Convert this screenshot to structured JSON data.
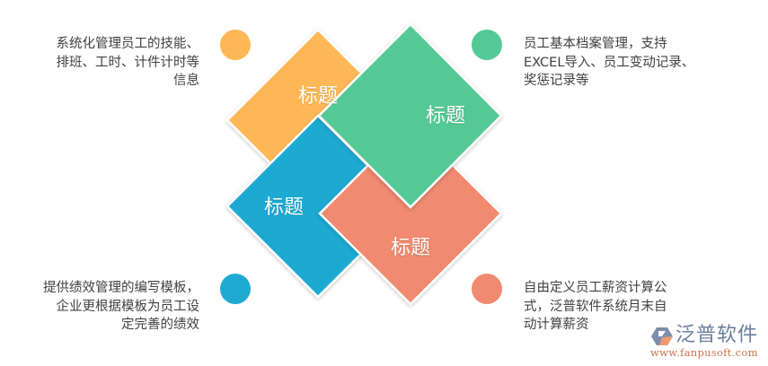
{
  "colors": {
    "orange": "#FDB756",
    "green": "#55C995",
    "blue": "#1FAAD2",
    "red": "#F08A71",
    "text": "#404040",
    "logo_name": "#6B7E9E",
    "logo_url": "#C9744A"
  },
  "tiles": [
    {
      "id": "top-left",
      "label": "标题",
      "color": "#FDB756"
    },
    {
      "id": "top-right",
      "label": "标题",
      "color": "#55C995"
    },
    {
      "id": "bottom-left",
      "label": "标题",
      "color": "#1FAAD2"
    },
    {
      "id": "bottom-right",
      "label": "标题",
      "color": "#F08A71"
    }
  ],
  "descriptions": {
    "top_left": "系统化管理员工的技能、\n排班、工时、计件计时等\n信息",
    "top_right": "员工基本档案管理，支持\nEXCEL导入、员工变动记录、\n奖惩记录等",
    "bottom_left": "提供绩效管理的编写模板，\n企业更根据模板为员工设\n定完善的绩效",
    "bottom_right": "自由定义员工薪资计算公\n式，泛普软件系统月末自\n动计算薪资"
  },
  "logo": {
    "name": "泛普软件",
    "url": "www.fanpusoft.com"
  }
}
